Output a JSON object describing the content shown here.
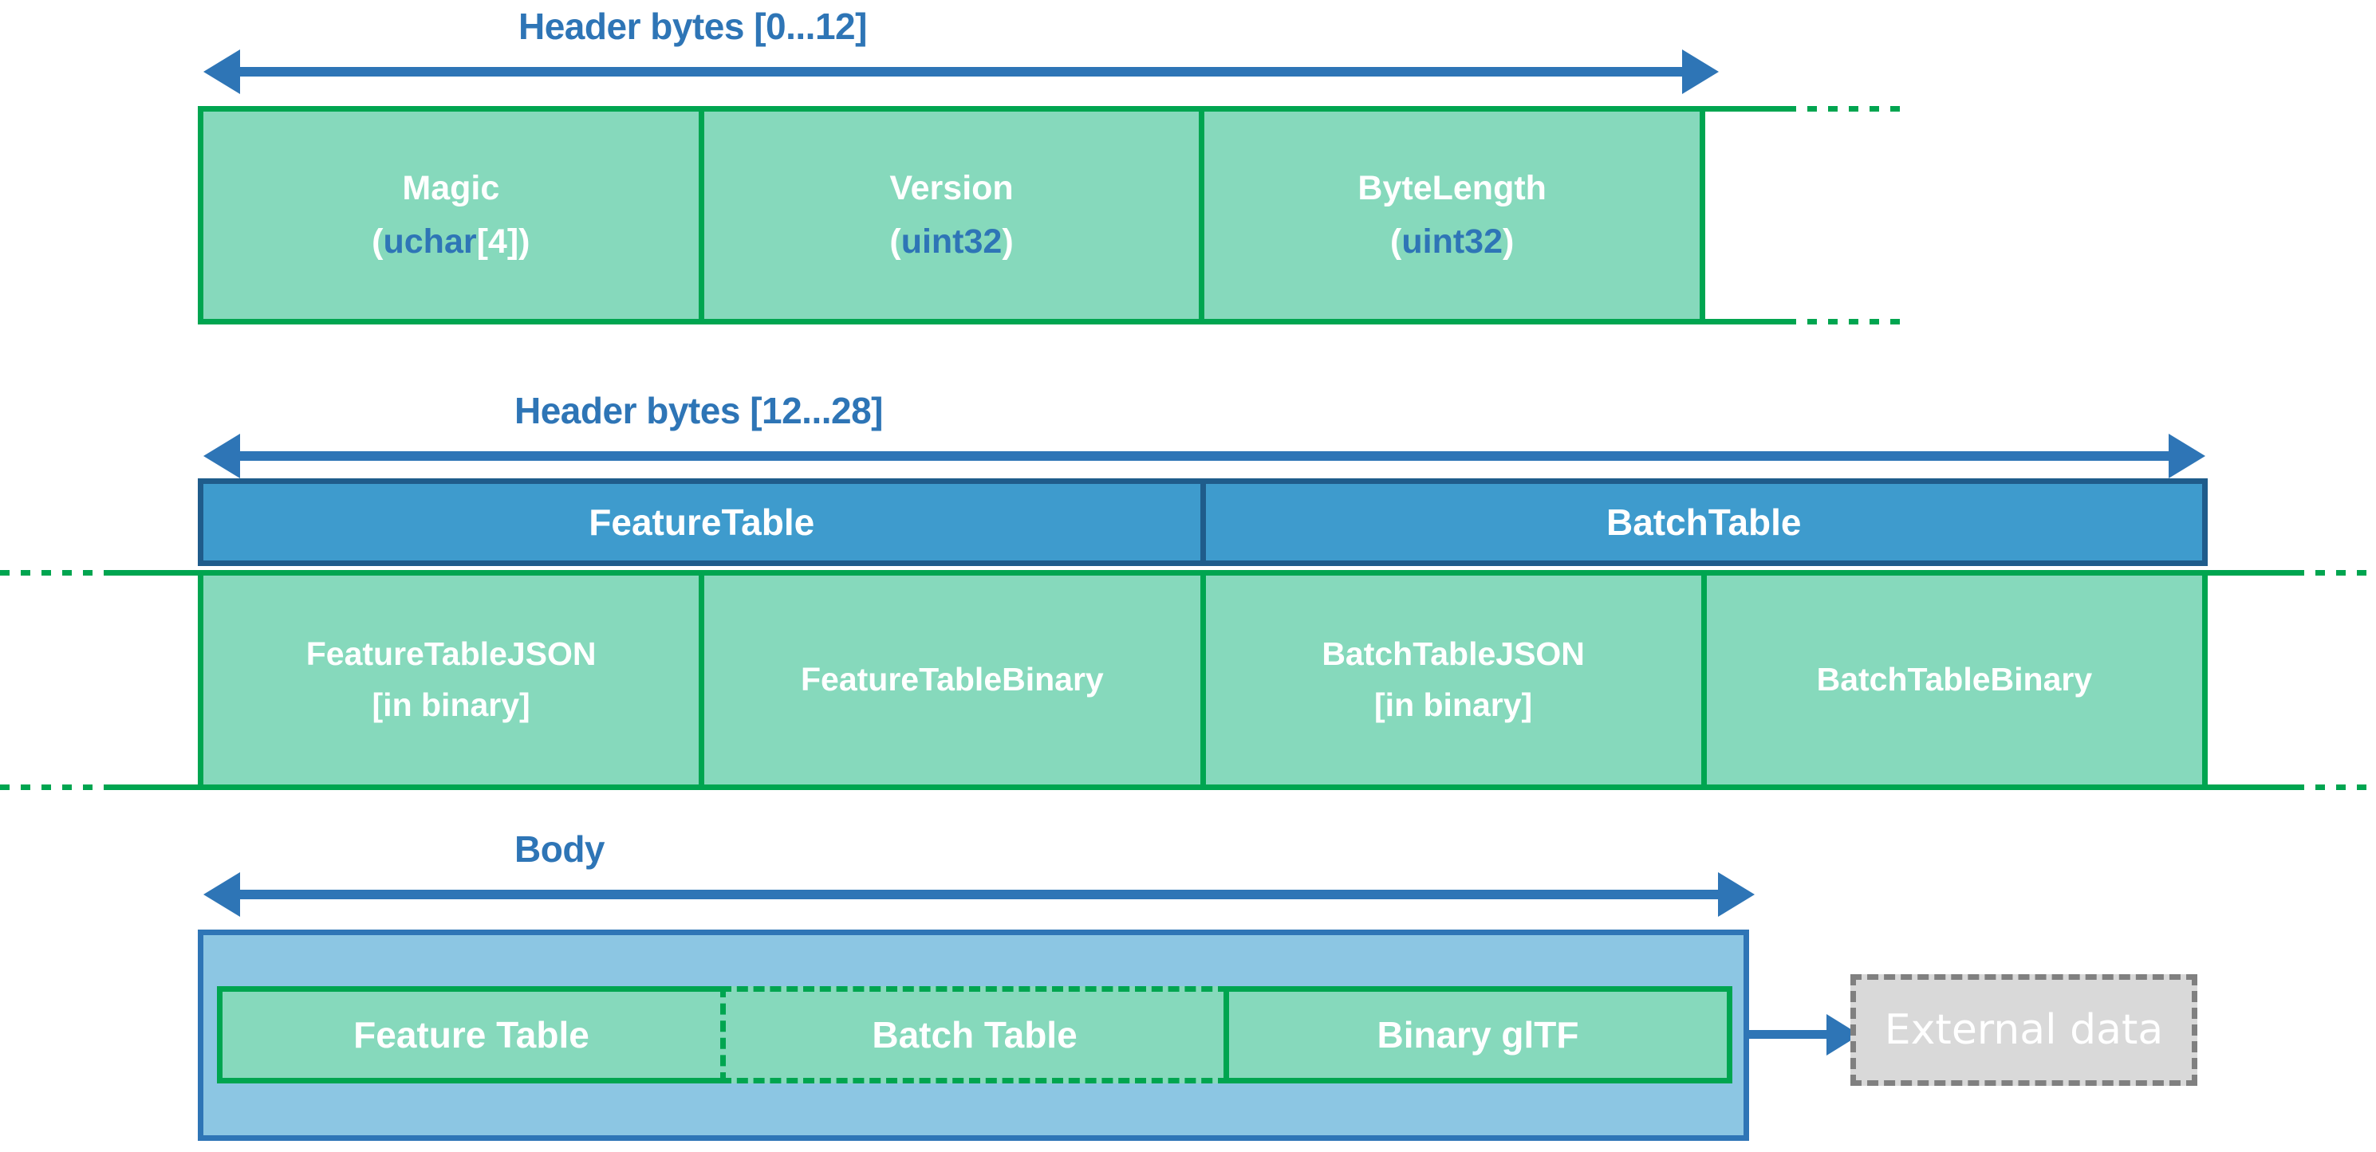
{
  "diagram": {
    "title": "3D Tiles binary tile format layout",
    "colors": {
      "accent_blue": "#2E75B6",
      "header_bar_blue": "#3E9BCD",
      "header_bar_border": "#1F5C8B",
      "green_fill": "#86D9BC",
      "green_border": "#00A550",
      "body_fill": "#8CC6E3",
      "body_border": "#2E75B6",
      "external_fill": "#D9D9D9",
      "external_border": "#808080",
      "text_white": "#FFFFFF"
    }
  },
  "section_header_0_12": {
    "arrow_label": "Header bytes [0...12]",
    "cells": [
      {
        "name": "Magic",
        "open": "(",
        "type": "uchar",
        "suffix": "[4]",
        "close": ")"
      },
      {
        "name": "Version",
        "open": "(",
        "type": "uint32",
        "suffix": "",
        "close": ")"
      },
      {
        "name": "ByteLength",
        "open": "(",
        "type": "uint32",
        "suffix": "",
        "close": ")"
      }
    ]
  },
  "section_header_12_28": {
    "arrow_label": "Header bytes [12...28]",
    "group_bars": [
      {
        "label": "FeatureTable"
      },
      {
        "label": "BatchTable"
      }
    ],
    "cells": [
      {
        "line1": "FeatureTableJSON",
        "line2": "[in binary]"
      },
      {
        "line1": "FeatureTableBinary",
        "line2": ""
      },
      {
        "line1": "BatchTableJSON",
        "line2": "[in binary]"
      },
      {
        "line1": "BatchTableBinary",
        "line2": ""
      }
    ]
  },
  "section_body": {
    "arrow_label": "Body",
    "cells": [
      {
        "label": "Feature Table",
        "border": "solid"
      },
      {
        "label": "Batch Table",
        "border": "dashed"
      },
      {
        "label": "Binary glTF",
        "border": "solid"
      }
    ],
    "external": {
      "label": "External data"
    }
  }
}
